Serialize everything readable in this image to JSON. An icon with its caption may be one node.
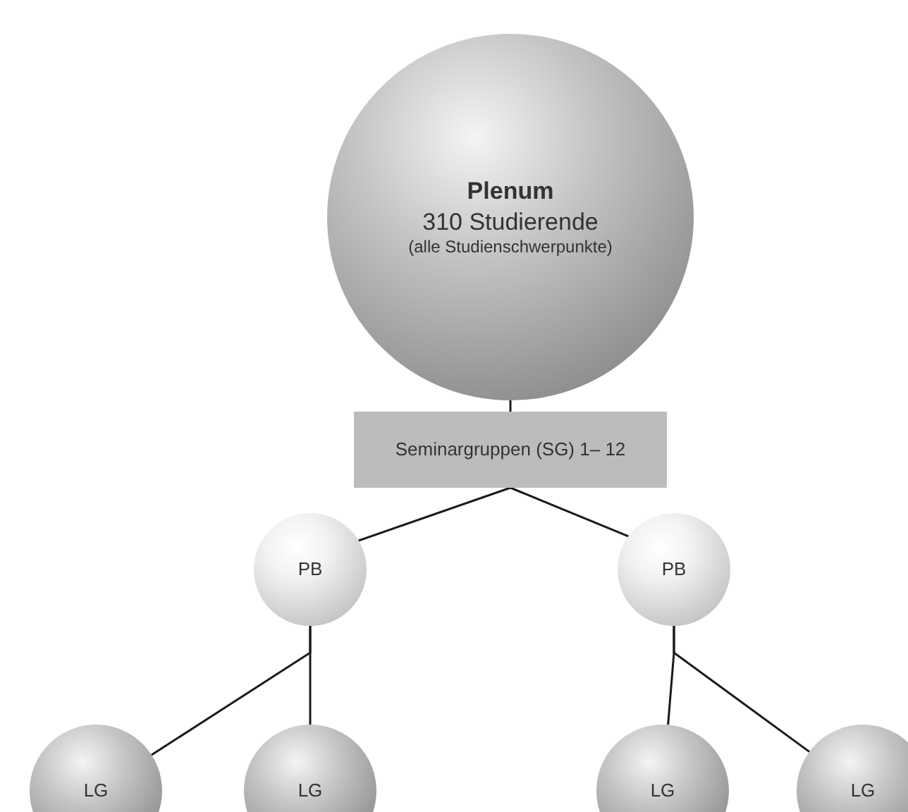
{
  "diagram": {
    "nodes": [
      {
        "text": [
          "Plenum",
          "310 Studierende",
          "(alle Studienschwerpunkte)"
        ]
      },
      {
        "text": [
          "Seminargruppen (SG) 1– 12"
        ]
      },
      {
        "text": [
          "PB"
        ]
      },
      {
        "text": [
          "LG"
        ]
      },
      {
        "text": [
          "LG"
        ]
      },
      {
        "text": [
          "PB"
        ]
      },
      {
        "text": [
          "LG"
        ]
      },
      {
        "text": [
          "LG"
        ]
      }
    ],
    "edges": [
      {
        "from": 0,
        "to": 1,
        "arrow": "none"
      },
      {
        "from": 1,
        "to": 2,
        "arrow": "none"
      },
      {
        "from": 1,
        "to": 5,
        "arrow": "none"
      },
      {
        "from": 2,
        "to": 3,
        "arrow": "none"
      },
      {
        "from": 2,
        "to": 4,
        "arrow": "none"
      },
      {
        "from": 5,
        "to": 6,
        "arrow": "none"
      },
      {
        "from": 5,
        "to": 7,
        "arrow": "none"
      }
    ]
  }
}
